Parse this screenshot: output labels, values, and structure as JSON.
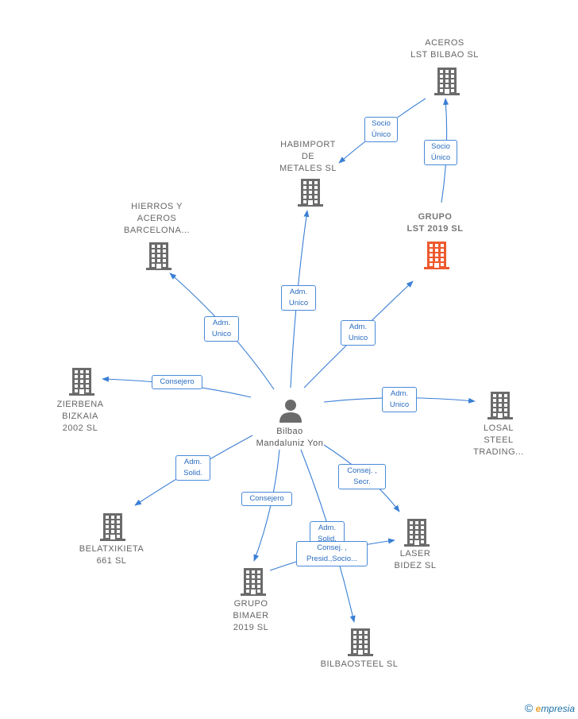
{
  "nodes": [
    {
      "id": "aceros_lst",
      "label": "ACEROS\nLST BILBAO SL",
      "icon": "building-icon",
      "color": "#6b6b6b"
    },
    {
      "id": "habimport",
      "label": "HABIMPORT\nDE\nMETALES  SL",
      "icon": "building-icon",
      "color": "#6b6b6b"
    },
    {
      "id": "grupo_lst",
      "label": "GRUPO\nLST 2019  SL",
      "icon": "building-icon",
      "color": "#ee5a2e",
      "focus": true
    },
    {
      "id": "hierros",
      "label": "HIERROS Y\nACEROS\nBARCELONA...",
      "icon": "building-icon",
      "color": "#6b6b6b"
    },
    {
      "id": "zierbena",
      "label": "ZIERBENA\nBIZKAIA\n2002  SL",
      "icon": "building-icon",
      "color": "#6b6b6b"
    },
    {
      "id": "losal",
      "label": "LOSAL\nSTEEL\nTRADING...",
      "icon": "building-icon",
      "color": "#6b6b6b"
    },
    {
      "id": "person",
      "label": "Bilbao\nMandaluniz Yon",
      "icon": "person-icon",
      "color": "#6b6b6b"
    },
    {
      "id": "belatxikieta",
      "label": "BELATXIKIETA\n661  SL",
      "icon": "building-icon",
      "color": "#6b6b6b"
    },
    {
      "id": "laser",
      "label": "LASER\nBIDEZ  SL",
      "icon": "building-icon",
      "color": "#6b6b6b"
    },
    {
      "id": "grupo_bimaer",
      "label": "GRUPO\nBIMAER\n2019  SL",
      "icon": "building-icon",
      "color": "#6b6b6b"
    },
    {
      "id": "bilbaosteel",
      "label": "BILBAOSTEEL SL",
      "icon": "building-icon",
      "color": "#6b6b6b"
    }
  ],
  "edges": [
    {
      "from": "habimport_src",
      "label": "Socio\nÚnico"
    },
    {
      "from": "grupo_lst_src",
      "label": "Socio\nÚnico"
    },
    {
      "label": "Adm.\nUnico"
    },
    {
      "label": "Adm.\nUnico"
    },
    {
      "label": "Adm.\nUnico"
    },
    {
      "label": "Consejero"
    },
    {
      "label": "Adm.\nUnico"
    },
    {
      "label": "Adm.\nSolid."
    },
    {
      "label": "Consej. ,\nSecr."
    },
    {
      "label": "Consejero"
    },
    {
      "label": "Adm.\nSolid."
    },
    {
      "label": "Consej. ,\nPresid.,Socio..."
    }
  ],
  "watermark": {
    "copyright": "©",
    "brand_initial": "e",
    "brand_rest": "mpresia"
  },
  "colors": {
    "edge": "#3a7fd5",
    "focus": "#ee5a2e",
    "node": "#6b6b6b"
  }
}
